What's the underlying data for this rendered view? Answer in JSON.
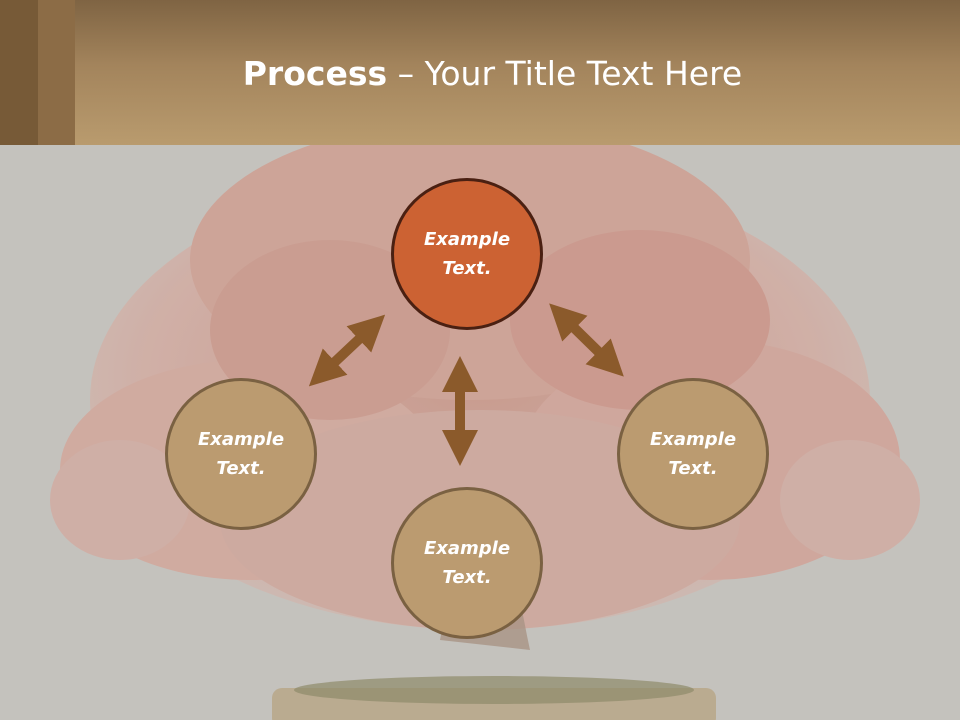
{
  "slide": {
    "title_bold": "Process",
    "title_rest": " – Your Title Text Here"
  },
  "diagram": {
    "center_node": {
      "text": "Example\nText."
    },
    "left_node": {
      "text": "Example\nText."
    },
    "right_node": {
      "text": "Example\nText."
    },
    "bottom_node": {
      "text": "Example\nText."
    }
  },
  "colors": {
    "header": "#a3845c",
    "center_fill": "#cc6233",
    "node_fill": "#bb9b70",
    "arrow": "#8b5a2b",
    "background": "#c4c2bd"
  },
  "icons": {
    "background_image": "bonsai-maple-tree",
    "connectors": "double-headed-arrow"
  }
}
